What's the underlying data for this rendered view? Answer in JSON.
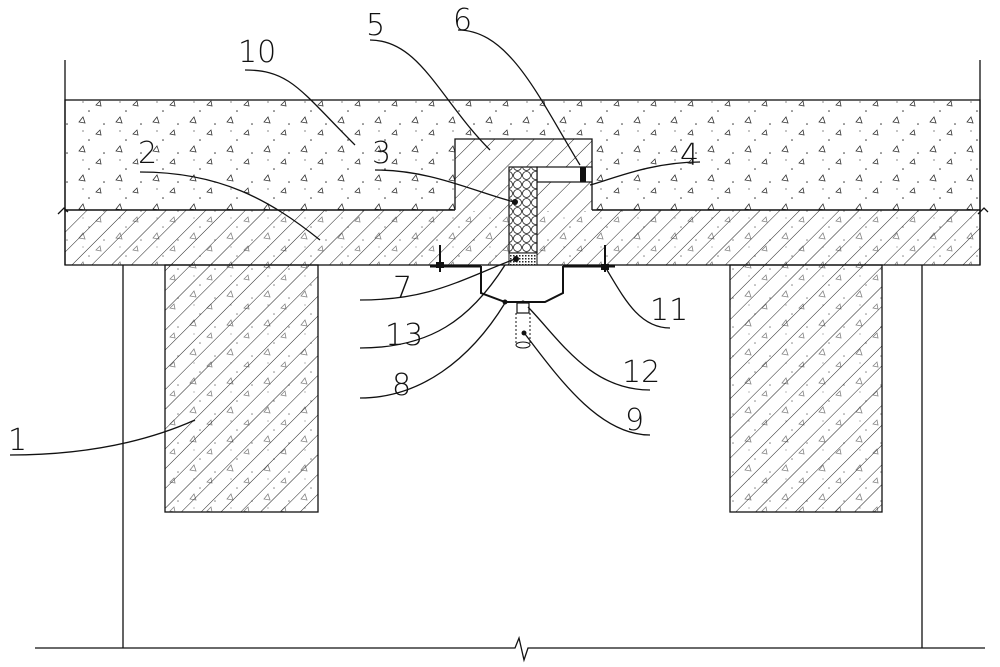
{
  "labels": {
    "l1": "1",
    "l2": "2",
    "l3": "3",
    "l4": "4",
    "l5": "5",
    "l6": "6",
    "l7": "7",
    "l8": "8",
    "l9": "9",
    "l10": "10",
    "l11": "11",
    "l12": "12",
    "l13": "13"
  },
  "colors": {
    "line": "#111111",
    "background": "#ffffff"
  }
}
